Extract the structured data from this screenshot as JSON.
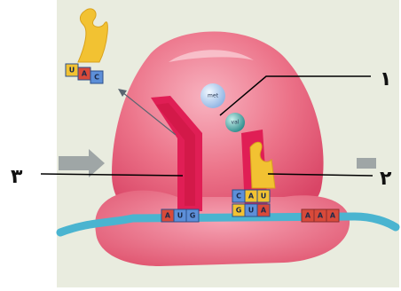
{
  "labels": {
    "label_1": "۱",
    "label_2": "۲",
    "label_3": "۳"
  },
  "codons": {
    "released_trna_anticodon": [
      "U",
      "A",
      "C"
    ],
    "p_site_anticodon": [
      "C",
      "A",
      "U"
    ],
    "a_site_codon": [
      "G",
      "U",
      "A"
    ],
    "mrna_start_codon": [
      "A",
      "U",
      "G"
    ],
    "mrna_right": [
      "A",
      "A",
      "A"
    ]
  },
  "amino_acids": {
    "free": "met",
    "attached": "val"
  },
  "colors": {
    "background": "#e9ecdf",
    "ribosome": "#e8607a",
    "ribosome_light": "#f3a0b0",
    "tunnel": "#e01e55",
    "mrna": "#4ab4d0",
    "trna": "#f2c232",
    "base_red": "#d84a3a",
    "base_blue": "#5d8fd8",
    "base_yellow": "#f2c232",
    "sphere": "#b9d2f0"
  }
}
